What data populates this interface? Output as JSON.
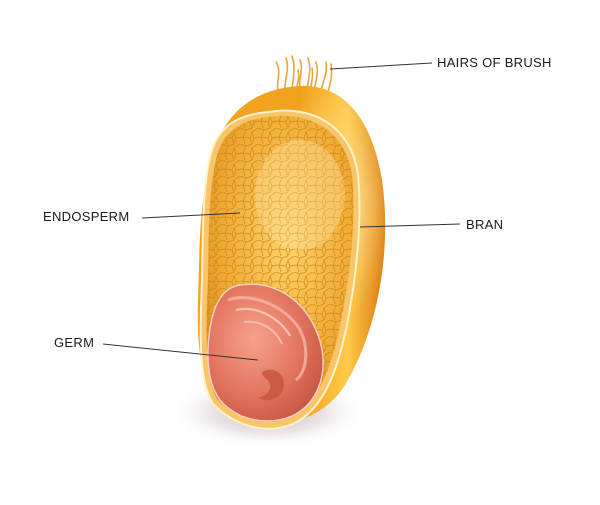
{
  "diagram": {
    "labels": {
      "hairs": "HAIRS OF BRUSH",
      "bran": "BRAN",
      "endosperm": "ENDOSPERM",
      "germ": "GERM"
    },
    "colors": {
      "bran_outer": "#e8920f",
      "bran_highlight": "#ffd566",
      "endosperm_fill": "#f2b33a",
      "endosperm_cell_line": "#c8831a",
      "seed_coat_line": "#fff1c8",
      "germ_fill": "#e2735e",
      "germ_highlight": "#f6b7a6",
      "hairs": "#e9a53a",
      "shadow": "#c9b6bc",
      "leader_line": "#333333"
    }
  }
}
